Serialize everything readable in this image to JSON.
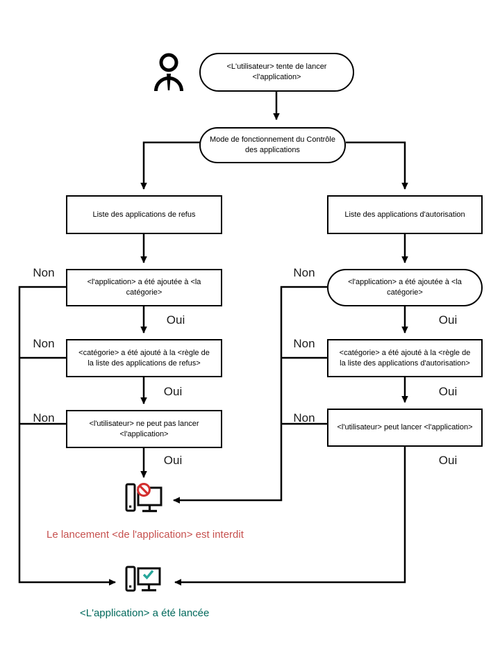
{
  "labels": {
    "yes": "Oui",
    "no": "Non"
  },
  "nodes": {
    "start": "<L'utilisateur> tente de lancer <l'application>",
    "mode": "Mode de fonctionnement du Contrôle des applications",
    "deny_list": "Liste des applications de refus",
    "deny_step_category": "<l'application> a été ajoutée à <la catégorie>",
    "deny_step_rule": "<catégorie> a été ajouté à la <règle de la liste des applications de refus>",
    "deny_step_user": "<l'utilisateur> ne peut pas lancer <l'application>",
    "allow_list": "Liste des applications d'autorisation",
    "allow_step_category": "<l'application> a été ajoutée à <la catégorie>",
    "allow_step_rule": "<catégorie> a été ajouté à la <règle de la liste des applications d'autorisation>",
    "allow_step_user": "<l'utilisateur> peut lancer <l'application>"
  },
  "outcomes": {
    "blocked_caption": "Le lancement <de l'application> est interdit",
    "launched_caption": "<L'application> a été lancée"
  },
  "icons": {
    "actor": "user-icon",
    "blocked": "computer-blocked-icon",
    "launched": "computer-launched-icon"
  },
  "colors": {
    "line": "#000000",
    "blocked_caption": "#c6504e",
    "launched_caption": "#00695c",
    "prohibition": "#d32f2f",
    "check": "#26a69a"
  }
}
